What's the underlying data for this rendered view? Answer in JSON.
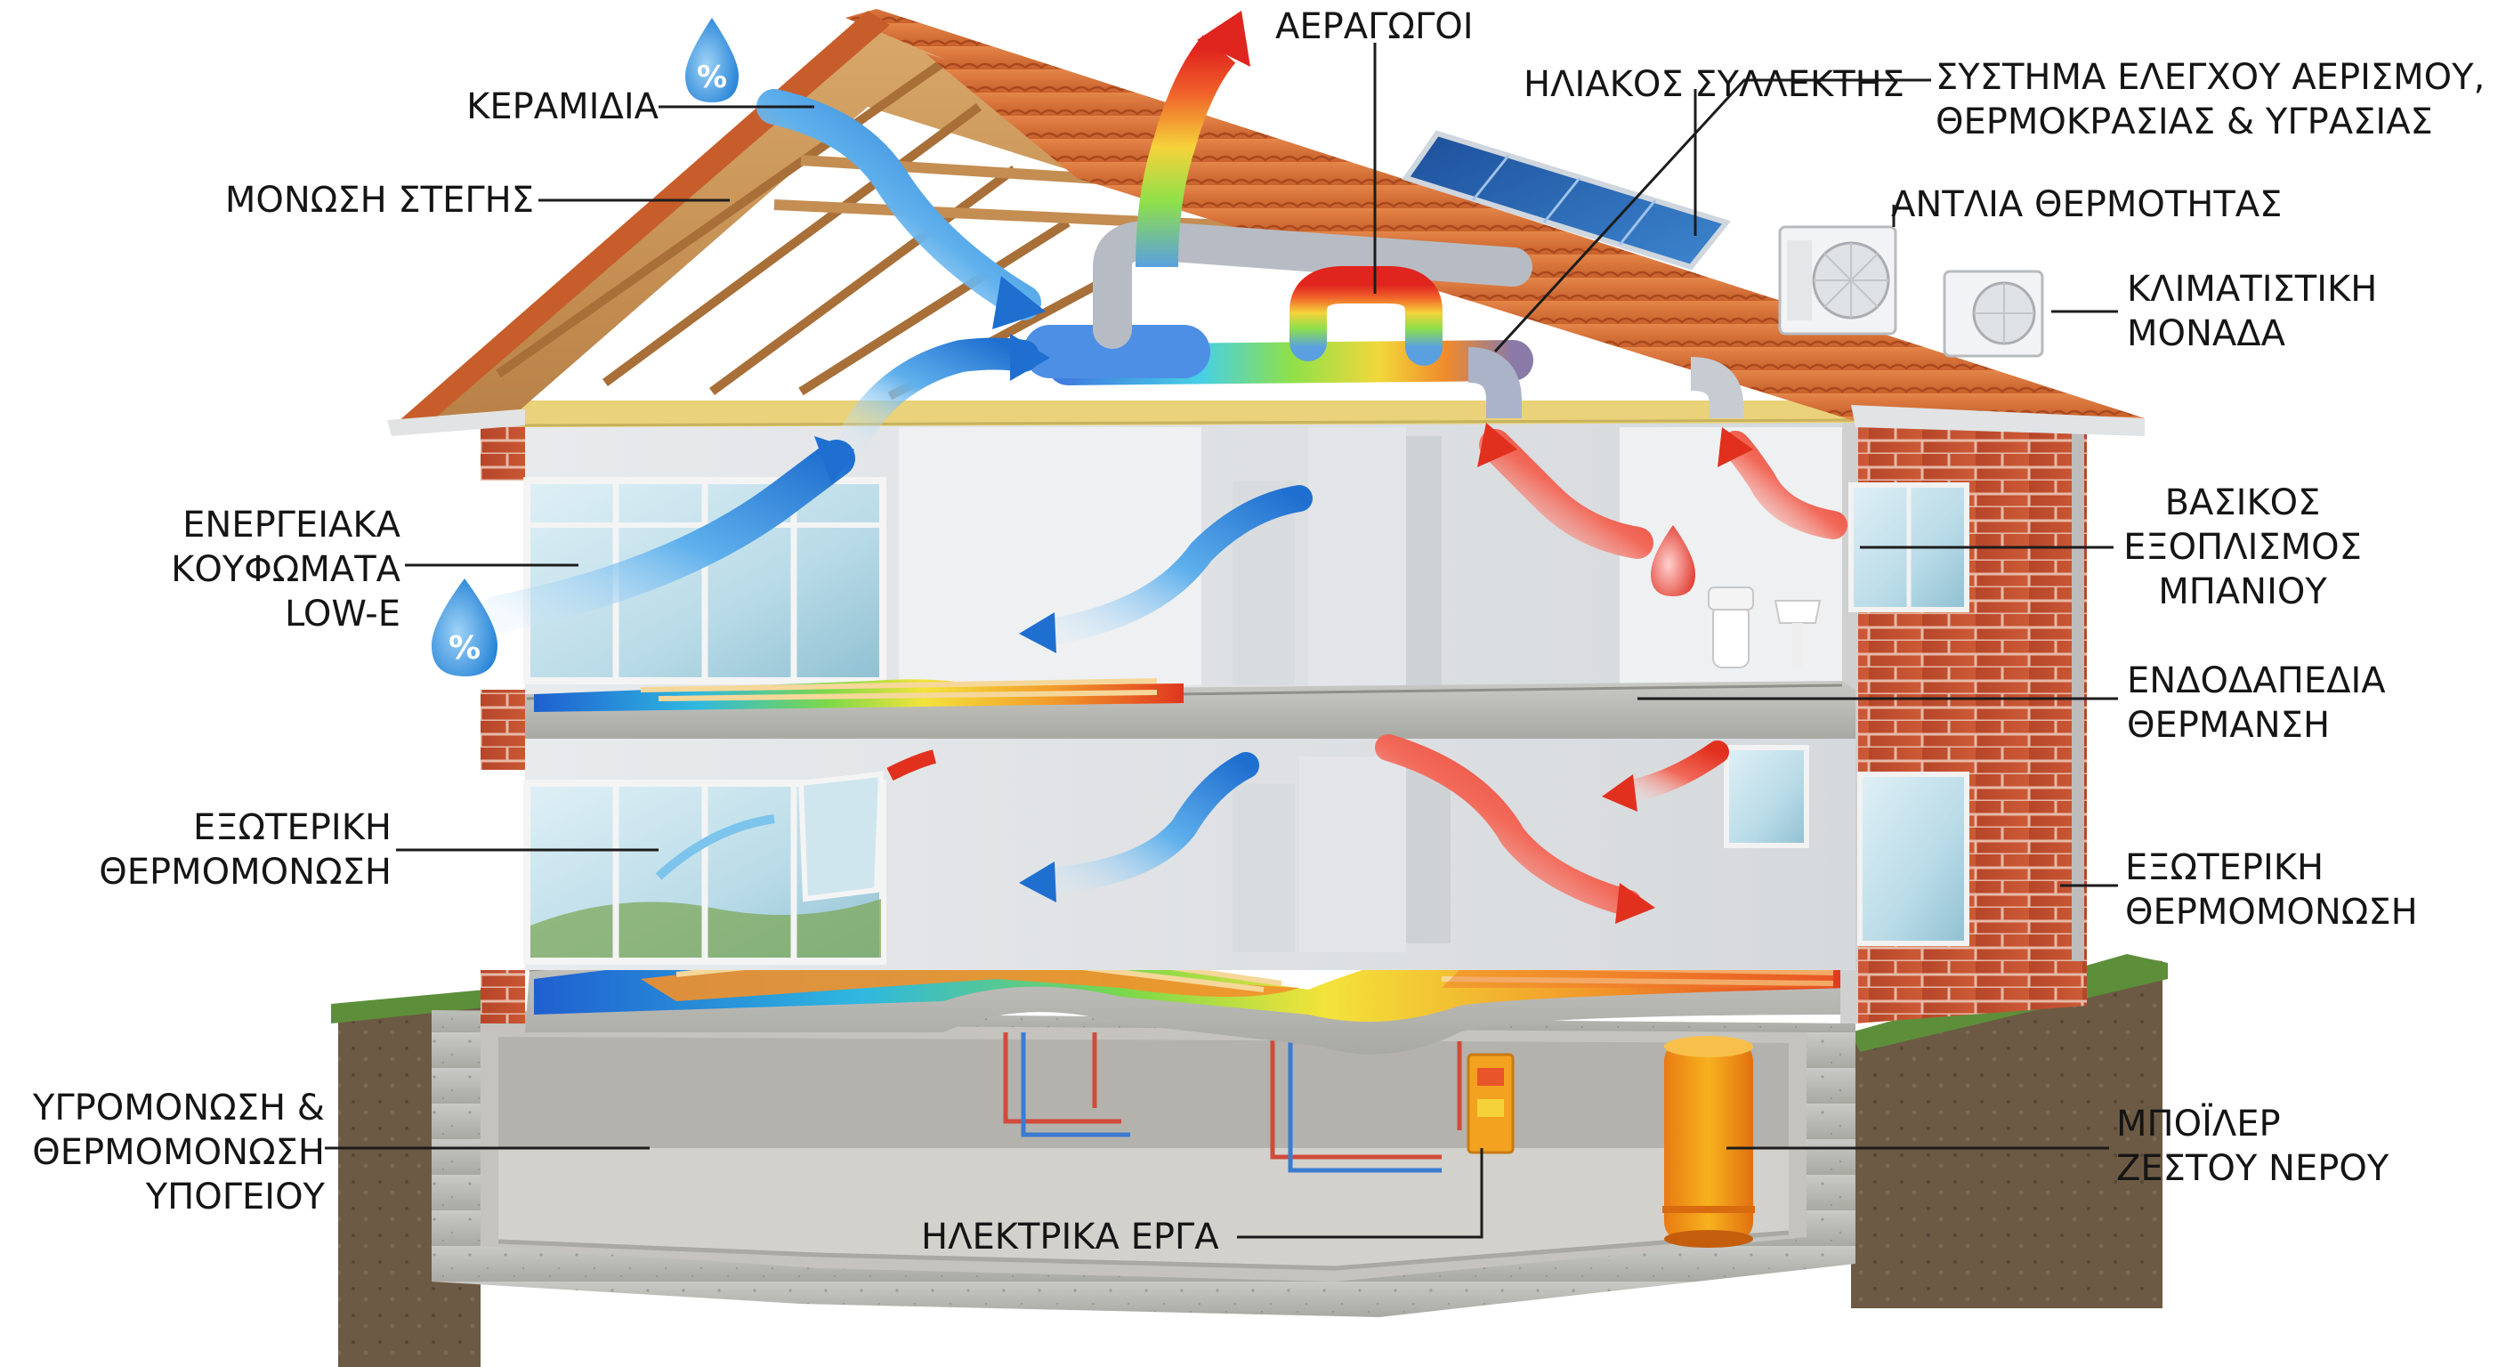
{
  "labels": {
    "roof_tiles": "ΚΕΡΑΜΙΔΙΑ",
    "roof_insulation": "ΜΟΝΩΣΗ ΣΤΕΓΗΣ",
    "air_ducts": "ΑΕΡΑΓΩΓΟΙ",
    "solar_collector": "ΗΛΙΑΚΟΣ ΣΥΛΛΕΚΤΗΣ",
    "control_system": {
      "line1": "ΣΥΣΤΗΜΑ ΕΛΕΓΧΟΥ ΑΕΡΙΣΜΟΥ,",
      "line2": "ΘΕΡΜΟΚΡΑΣΙΑΣ & ΥΓΡΑΣΙΑΣ"
    },
    "heat_pump": "ΑΝΤΛΙΑ ΘΕΡΜΟΤΗΤΑΣ",
    "air_conditioner": {
      "line1": "ΚΛΙΜΑΤΙΣΤΙΚΗ",
      "line2": "ΜΟΝΑΔΑ"
    },
    "windows": {
      "line1": "ΕΝΕΡΓΕΙΑΚΑ",
      "line2": "ΚΟΥΦΩΜΑΤΑ",
      "line3": "LOW-E"
    },
    "bathroom": {
      "line1": "ΒΑΣΙΚΟΣ",
      "line2": "ΕΞΟΠΛΙΣΜΟΣ",
      "line3": "ΜΠΑΝΙΟΥ"
    },
    "floor_heating": {
      "line1": "ΕΝΔΟΔΑΠΕΔΙΑ",
      "line2": "ΘΕΡΜΑΝΣΗ"
    },
    "ext_insulation_left": {
      "line1": "ΕΞΩΤΕΡΙΚΗ",
      "line2": "ΘΕΡΜΟΜΟΝΩΣΗ"
    },
    "ext_insulation_right": {
      "line1": "ΕΞΩΤΕΡΙΚΗ",
      "line2": "ΘΕΡΜΟΜΟΝΩΣΗ"
    },
    "basement": {
      "line1": "ΥΓΡΟΜΟΝΩΣΗ &",
      "line2": "ΘΕΡΜΟΜΟΝΩΣΗ",
      "line3": "ΥΠΟΓΕΙΟΥ"
    },
    "boiler": {
      "line1": "ΜΠΟΪΛΕΡ",
      "line2": "ΖΕΣΤΟΥ ΝΕΡΟΥ"
    },
    "electrical": "ΗΛΕΚΤΡΙΚΑ ΕΡΓΑ"
  },
  "humidity_symbol": "%",
  "colors": {
    "tile": "#d9743a",
    "brick": "#c2502e",
    "wood": "#c79255",
    "cold_air": "#2a7fd4",
    "warm_air": "#e53a2a",
    "concrete": "#b9b9b5",
    "grass": "#5d8f3a"
  }
}
